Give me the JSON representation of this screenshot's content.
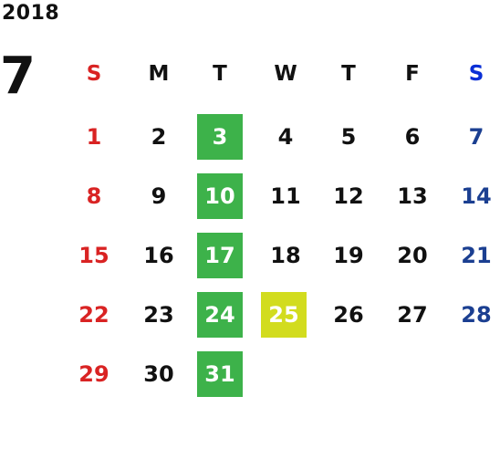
{
  "calendar": {
    "year": "2018",
    "month": "7",
    "weekdays": [
      "S",
      "M",
      "T",
      "W",
      "T",
      "F",
      "S"
    ],
    "weeks": [
      [
        "1",
        "2",
        "3",
        "4",
        "5",
        "6",
        "7"
      ],
      [
        "8",
        "9",
        "10",
        "11",
        "12",
        "13",
        "14"
      ],
      [
        "15",
        "16",
        "17",
        "18",
        "19",
        "20",
        "21"
      ],
      [
        "22",
        "23",
        "24",
        "25",
        "26",
        "27",
        "28"
      ],
      [
        "29",
        "30",
        "31",
        "",
        "",
        "",
        ""
      ]
    ],
    "highlight_green": [
      "3",
      "10",
      "17",
      "24",
      "31"
    ],
    "highlight_yellow": [
      "25"
    ]
  },
  "colors": {
    "sunday": "#d92323",
    "saturday_header": "#0a2fd6",
    "saturday": "#1b3f91",
    "highlight_green": "#3db24a",
    "highlight_yellow": "#d2dc1e",
    "text": "#111111"
  }
}
